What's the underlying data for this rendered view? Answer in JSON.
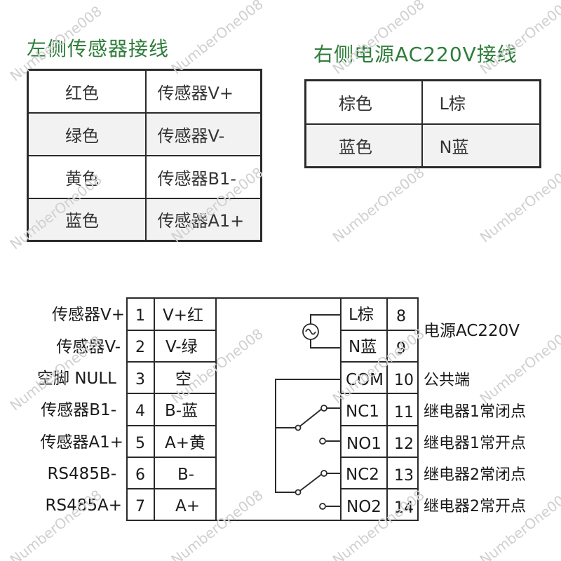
{
  "titles": {
    "left": "左侧传感器接线",
    "right": "右侧电源AC220V接线"
  },
  "left_table": [
    [
      "红色",
      "传感器V+"
    ],
    [
      "绿色",
      "传感器V-"
    ],
    [
      "黄色",
      "传感器B1-"
    ],
    [
      "蓝色",
      "传感器A1+"
    ]
  ],
  "right_table": [
    [
      "棕色",
      "L棕"
    ],
    [
      "蓝色",
      "N蓝"
    ]
  ],
  "terminal_left": {
    "labels": [
      "传感器V+",
      "传感器V-",
      "空脚 NULL",
      "传感器B1-",
      "传感器A1+",
      "RS485B-",
      "RS485A+"
    ],
    "numbers": [
      "1",
      "2",
      "3",
      "4",
      "5",
      "6",
      "7"
    ],
    "pins": [
      "V+红",
      "V-绿",
      "空",
      "B-蓝",
      "A+黄",
      "B-",
      "A+"
    ]
  },
  "terminal_right": {
    "pins": [
      "L棕",
      "N蓝",
      "COM",
      "NC1",
      "NO1",
      "NC2",
      "NO2"
    ],
    "numbers": [
      "8",
      "9",
      "10",
      "11",
      "12",
      "13",
      "14"
    ],
    "power_label": "电源AC220V",
    "labels": [
      "公共端",
      "继电器1常闭点",
      "继电器1常开点",
      "继电器2常闭点",
      "继电器2常开点"
    ]
  },
  "watermark": "NumberOne008",
  "colors": {
    "title": "#2e7d3a",
    "line": "#2a2a2a"
  },
  "icons": [
    "ac-source-icon"
  ]
}
